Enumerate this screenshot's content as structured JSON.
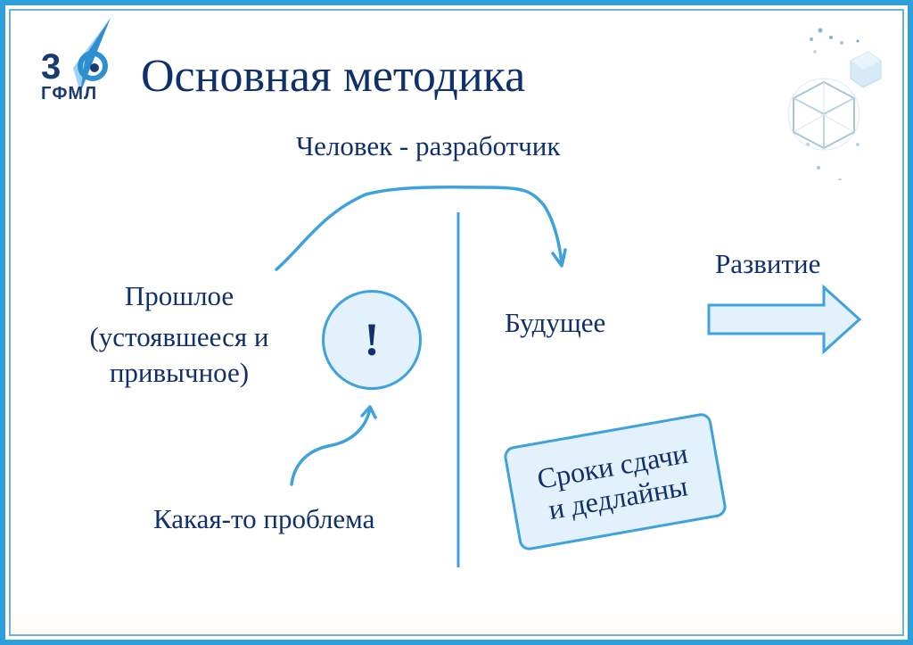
{
  "logo": {
    "number": "30",
    "caption": "ГФМЛ"
  },
  "slide": {
    "title": "Основная методика",
    "subtitle": "Человек - разработчик",
    "past": {
      "label": "Прошлое",
      "detail": "(устоявшееся и привычное)"
    },
    "future": "Будущее",
    "development": "Развитие",
    "problem": "Какая-то проблема",
    "problem_symbol": "!",
    "deadlines": {
      "line1": "Сроки сдачи",
      "line2": "и дедлайны"
    }
  },
  "colors": {
    "frame": "#2d9fd9",
    "inner_frame": "#6fb0d6",
    "text": "#10306b",
    "accent_line": "#3fa2dc",
    "shape_fill": "#e2f1fb"
  }
}
